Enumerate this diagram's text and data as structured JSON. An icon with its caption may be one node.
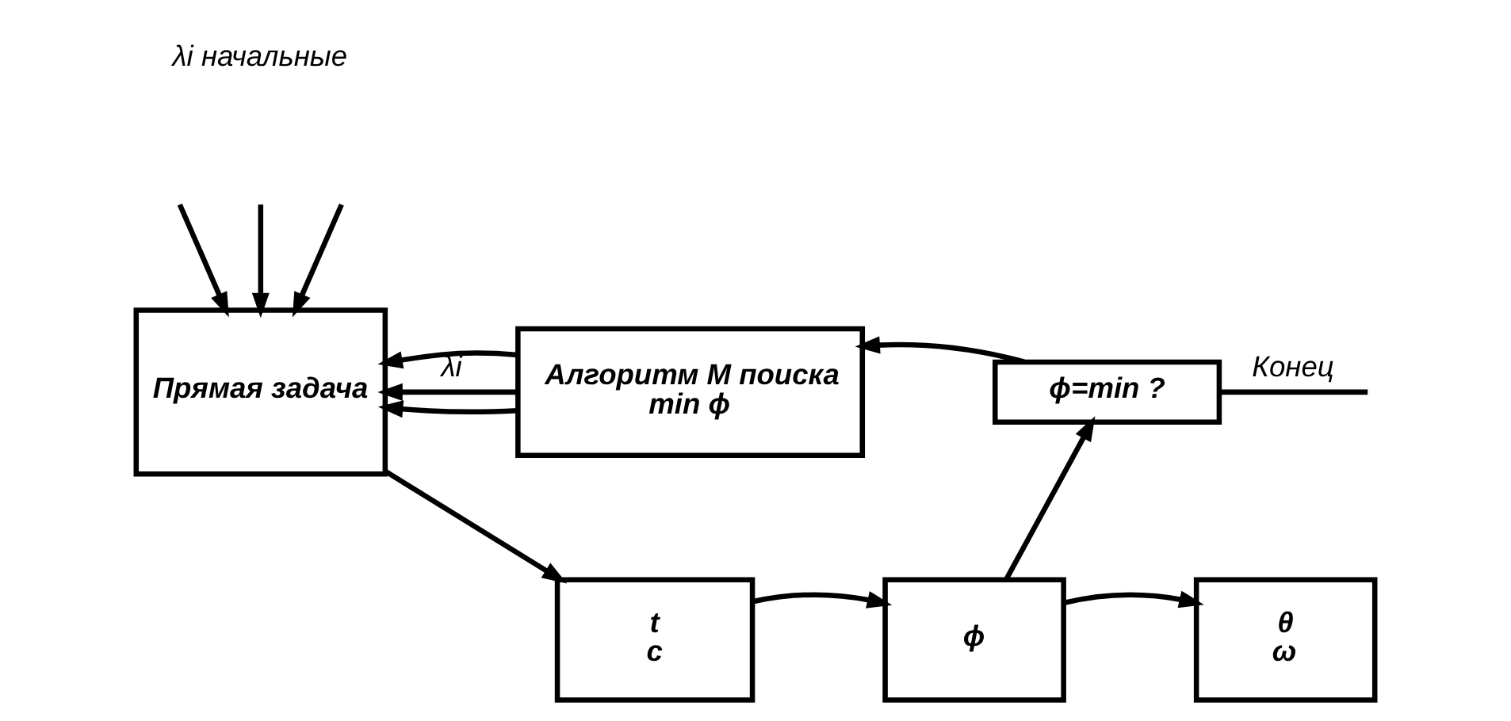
{
  "diagram": {
    "nodes": [
      {
        "text": [
          "Прямая задача"
        ]
      },
      {
        "text": [
          "Алгоритм M поиска",
          "min ϕ"
        ]
      },
      {
        "text": [
          "ϕ=min ?"
        ]
      },
      {
        "text": [
          "t",
          "c"
        ]
      },
      {
        "text": [
          "ϕ"
        ]
      },
      {
        "text": [
          "θ",
          "ω"
        ]
      }
    ],
    "edges": [
      {
        "from": null,
        "to": 0,
        "arrow": "to"
      },
      {
        "from": null,
        "to": 0,
        "arrow": "to"
      },
      {
        "from": null,
        "to": 0,
        "arrow": "to"
      },
      {
        "from": 1,
        "to": 0,
        "arrow": "to",
        "label": "λi"
      },
      {
        "from": 1,
        "to": 0,
        "arrow": "to"
      },
      {
        "from": 1,
        "to": 0,
        "arrow": "to"
      },
      {
        "from": 2,
        "to": 1,
        "arrow": "to"
      },
      {
        "from": 2,
        "to": null,
        "arrow": "none",
        "label": "Конец"
      },
      {
        "from": 0,
        "to": 3,
        "arrow": "to"
      },
      {
        "from": 3,
        "to": 4,
        "arrow": "to"
      },
      {
        "from": 4,
        "to": 5,
        "arrow": "to"
      },
      {
        "from": 4,
        "to": 2,
        "arrow": "to"
      }
    ],
    "labels": [
      "λi начальные"
    ]
  }
}
